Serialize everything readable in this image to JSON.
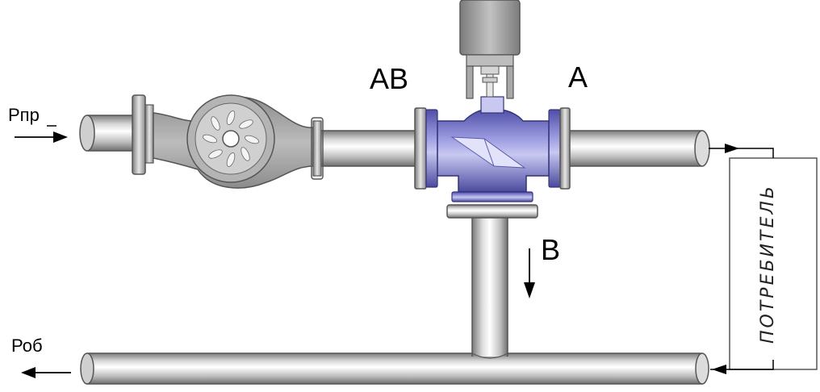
{
  "labels": {
    "port_ab": "AB",
    "port_a": "A",
    "port_b": "B",
    "supply": "Рпр",
    "return": "Роб",
    "consumer": "ПОТРЕБИТЕЛЬ"
  },
  "colors": {
    "pipe_dark": "#8f8f8f",
    "pipe_light": "#f2f2f2",
    "valve_body": "#6464b8",
    "valve_light": "#c8c8f0",
    "pump_body": "#a9a9a9",
    "actuator": "#9a9a9a",
    "line": "#000000"
  },
  "icons": {
    "pump": "centrifugal-pump-icon",
    "valve": "three-way-valve-icon",
    "actuator": "valve-actuator-icon"
  }
}
